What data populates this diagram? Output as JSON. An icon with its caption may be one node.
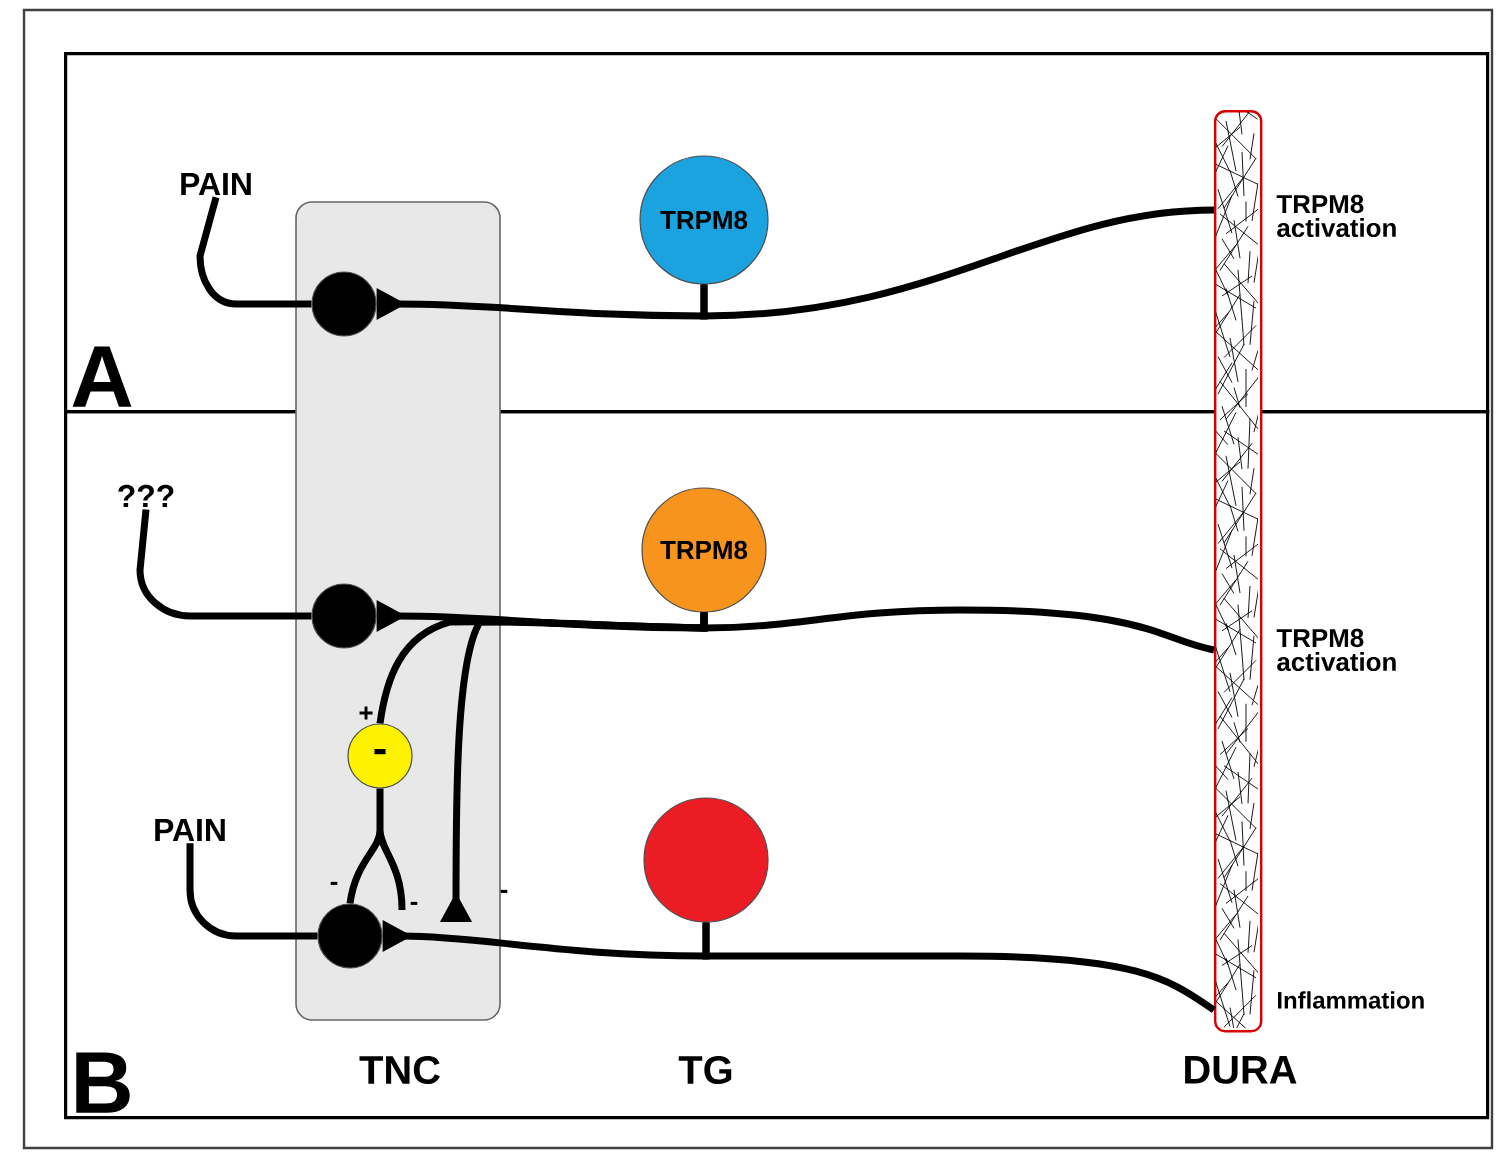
{
  "diagram": {
    "nodes": [
      {
        "text": [
          "A"
        ]
      },
      {
        "text": [
          "B"
        ]
      },
      {
        "text": [],
        "shape": "bar",
        "beside": [
          "TRPM8 activation",
          "TRPM8 activation",
          "Inflammation",
          "DURA"
        ]
      },
      {
        "text": [
          "TRPM8"
        ],
        "in": 0
      },
      {
        "text": [
          "TRPM8"
        ],
        "in": 1
      },
      {
        "text": [],
        "shape": "circle",
        "in": 1
      },
      {
        "text": [
          "-"
        ],
        "in": 1
      },
      {
        "text": [],
        "shape": "circle",
        "in": 0
      },
      {
        "text": [],
        "shape": "circle",
        "in": 1
      },
      {
        "text": [],
        "shape": "circle",
        "in": 1
      },
      {
        "text": [
          "PAIN"
        ],
        "in": 0
      },
      {
        "text": [
          "???"
        ],
        "in": 1
      },
      {
        "text": [
          "PAIN"
        ],
        "in": 1
      }
    ],
    "edges": [
      {
        "from": 10,
        "to": 7,
        "arrow": "none"
      },
      {
        "from": 2,
        "to": 3,
        "arrow": "none"
      },
      {
        "from": 3,
        "to": 7,
        "arrow": "other"
      },
      {
        "from": 11,
        "to": 8,
        "arrow": "none"
      },
      {
        "from": 2,
        "to": 4,
        "arrow": "none"
      },
      {
        "from": 4,
        "to": 8,
        "arrow": "other"
      },
      {
        "from": 4,
        "to": 6,
        "arrow": "none"
      },
      {
        "from": 4,
        "to": null,
        "arrow": "other"
      },
      {
        "from": 6,
        "to": 9,
        "arrow": "none"
      },
      {
        "from": 12,
        "to": 9,
        "arrow": "none"
      },
      {
        "from": 2,
        "to": 5,
        "arrow": "none"
      },
      {
        "from": 5,
        "to": 9,
        "arrow": "other"
      }
    ],
    "labels": [
      "+",
      "-",
      "-",
      "-",
      "TNC",
      "TG"
    ]
  }
}
